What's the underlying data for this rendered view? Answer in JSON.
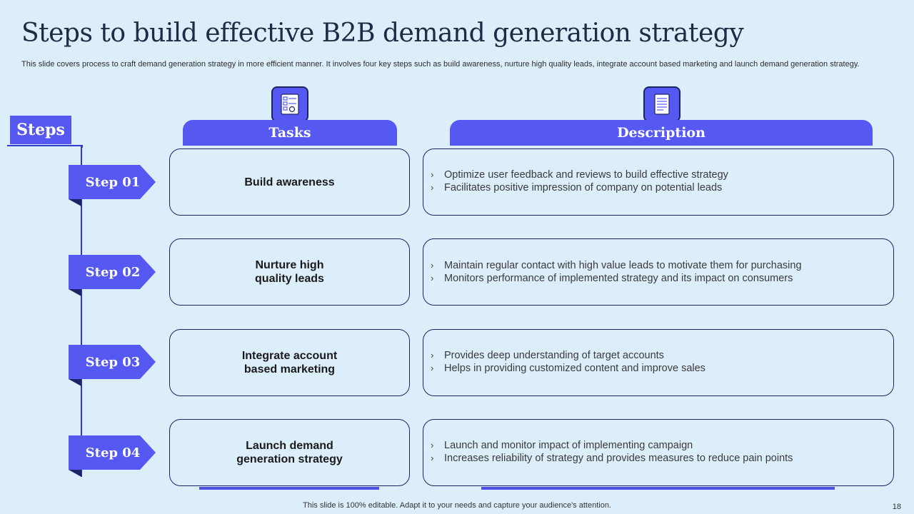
{
  "title": "Steps to build effective B2B demand generation strategy",
  "subtitle": "This slide covers process to craft demand generation strategy in more efficient manner. It involves four key steps such as build awareness, nurture high quality leads, integrate account based marketing and launch demand generation strategy.",
  "steps_label": "Steps",
  "headers": {
    "tasks": "Tasks",
    "description": "Description"
  },
  "icons": {
    "tasks": "checklist-icon",
    "description": "document-icon"
  },
  "colors": {
    "accent": "#5559f2",
    "dark": "#1b2566",
    "background": "#ddeefb"
  },
  "rows": [
    {
      "step": "Step 01",
      "task": "Build awareness",
      "desc": [
        "Optimize user feedback  and reviews to build effective strategy",
        "Facilitates positive impression of company on potential leads"
      ]
    },
    {
      "step": "Step 02",
      "task": "Nurture high\nquality leads",
      "desc": [
        "Maintain regular contact with high value leads to motivate them for purchasing",
        "Monitors performance of implemented strategy and its impact on consumers"
      ]
    },
    {
      "step": "Step 03",
      "task": "Integrate account\nbased marketing",
      "desc": [
        "Provides deep understanding of target accounts",
        "Helps in providing customized content  and improve sales"
      ]
    },
    {
      "step": "Step 04",
      "task": "Launch demand\ngeneration strategy",
      "desc": [
        "Launch and monitor impact of implementing campaign",
        "Increases reliability  of strategy and provides measures to reduce pain points"
      ]
    }
  ],
  "bullet_glyph": "›",
  "footer": "This slide is 100% editable. Adapt it to your needs and capture your audience's attention.",
  "page_number": "18"
}
